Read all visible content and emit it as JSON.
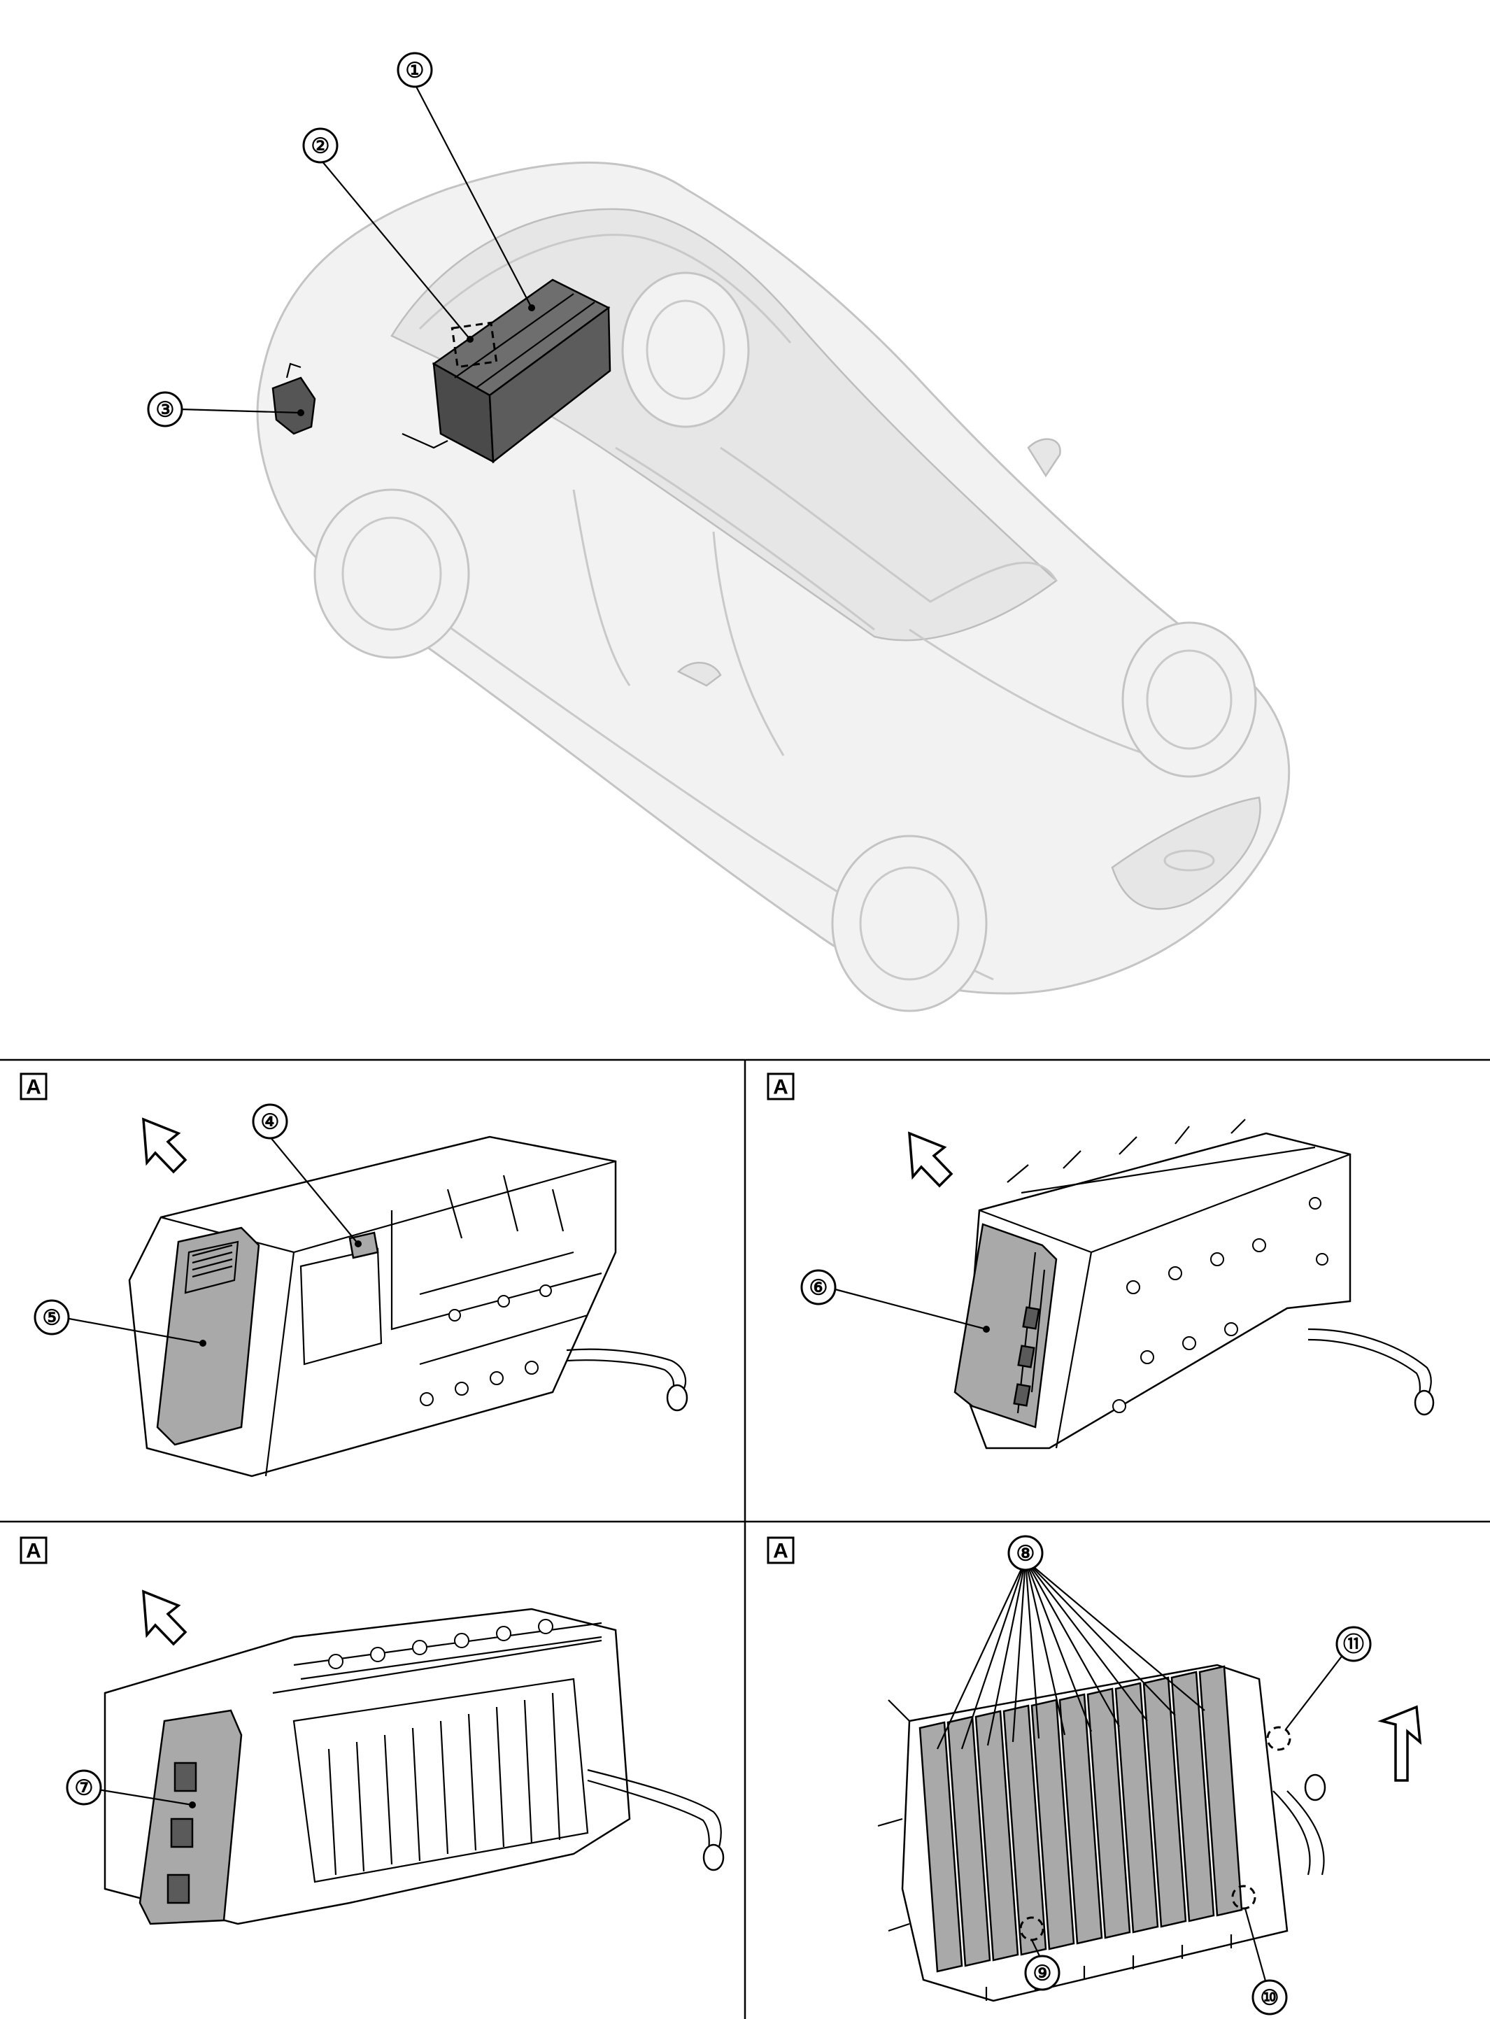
{
  "callouts": {
    "c1": "①",
    "c2": "②",
    "c3": "③",
    "c4": "④",
    "c5": "⑤",
    "c6": "⑥",
    "c7": "⑦",
    "c8": "⑧",
    "c9": "⑨",
    "c10": "⑩",
    "c11": "⑪"
  },
  "views": {
    "panel1": "A",
    "panel2": "A",
    "panel3": "A",
    "panel4": "A"
  },
  "colors": {
    "line": "#000000",
    "highlighted_part": "#a9a9a9",
    "ghost_vehicle": "#c9c9c9"
  },
  "icons": {
    "view_direction": "direction-arrow-icon"
  }
}
